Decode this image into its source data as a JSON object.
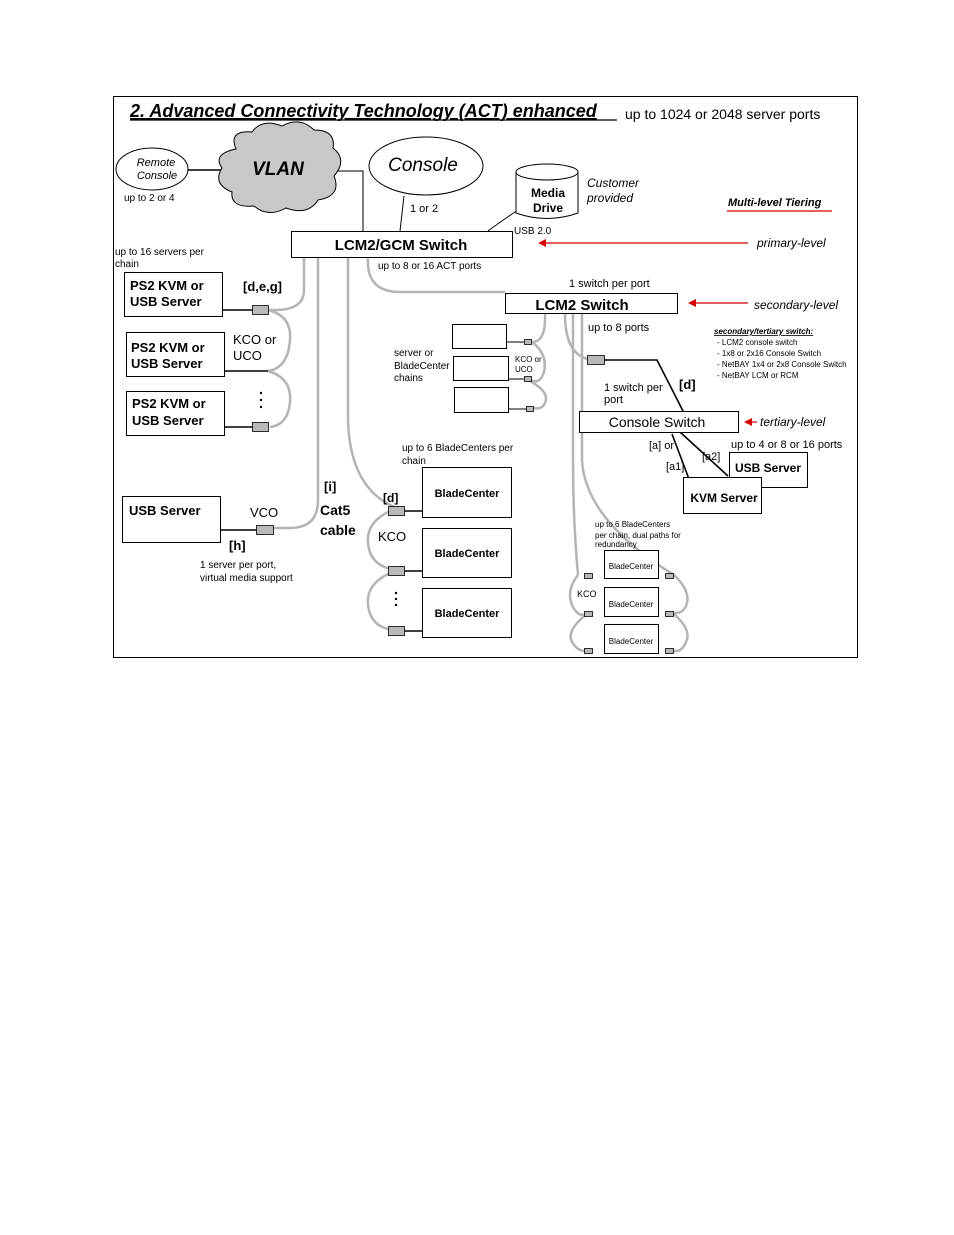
{
  "title": "2.  Advanced Connectivity Technology (ACT) enhanced",
  "subtitle": "up to 1024 or 2048 server ports",
  "remote_console": {
    "line1": "Remote",
    "line2": "Console",
    "note": "up to 2 or 4"
  },
  "vlan": "VLAN",
  "console": {
    "label": "Console",
    "note": "1 or 2"
  },
  "media_drive": {
    "line1": "Media",
    "line2": "Drive",
    "note_line1": "Customer",
    "note_line2": "provided",
    "usb": "USB 2.0"
  },
  "multi_level": "Multi-level Tiering",
  "primary_switch": {
    "label": "LCM2/GCM Switch",
    "ports": "up to 8 or 16 ACT ports",
    "level": "primary-level"
  },
  "chain_left": {
    "note_line1": "up to 16 servers per",
    "note_line2": "chain",
    "server1": [
      "PS2 KVM or",
      "USB Server"
    ],
    "server2": [
      "PS2 KVM or",
      "USB Server"
    ],
    "server3": [
      "PS2 KVM or",
      "USB Server"
    ],
    "ref": "[d,e,g]",
    "kco_line1": "KCO or",
    "kco_line2": "UCO"
  },
  "usb_server": {
    "label": "USB Server",
    "vco": "VCO",
    "ref": "[h]",
    "note_line1": "1 server per port,",
    "note_line2": "virtual media support"
  },
  "cat5": {
    "ref": "[i]",
    "line1": "Cat5",
    "line2": "cable"
  },
  "bladecenter_chain": {
    "note_line1": "up to 6 BladeCenters per",
    "note_line2": "chain",
    "ref": "[d]",
    "kco": "KCO",
    "labels": [
      "BladeCenter",
      "BladeCenter",
      "BladeCenter"
    ]
  },
  "secondary_switch": {
    "label": "LCM2 Switch",
    "note": "1 switch per port",
    "ports": "up to 8 ports",
    "level": "secondary-level"
  },
  "server_chains": {
    "line1": "server or",
    "line2": "BladeCenter",
    "line3": "chains",
    "kco_line1": "KCO or",
    "kco_line2": "UCO"
  },
  "switch_types": {
    "heading": "secondary/tertiary switch:",
    "items": [
      "- LCM2 console switch",
      "- 1x8 or 2x16 Console Switch",
      "- NetBAY 1x4 or 2x8  Console Switch",
      "- NetBAY LCM or RCM"
    ]
  },
  "tertiary_switch": {
    "label": "Console Switch",
    "note_line1": "1 switch per",
    "note_line2": "port",
    "ref": "[d]",
    "level": "tertiary-level",
    "ports": "up to 4 or 8 or 16 ports"
  },
  "kvm_server": {
    "label": "KVM Server",
    "ref_a": "[a] or",
    "ref_a1": "[a1]"
  },
  "usb_server2": {
    "label": "USB Server",
    "ref_a2": "[a2]"
  },
  "redundant_chain": {
    "note_line1": "up to 6 BladeCenters",
    "note_line2": "per chain, dual paths for",
    "note_line3": "redundancy",
    "kco": "KCO",
    "labels": [
      "BladeCenter",
      "BladeCenter",
      "BladeCenter"
    ]
  },
  "colors": {
    "cable": "#b4b4b4",
    "arrow": "#d40000",
    "cloud": "#c8c8c8"
  }
}
